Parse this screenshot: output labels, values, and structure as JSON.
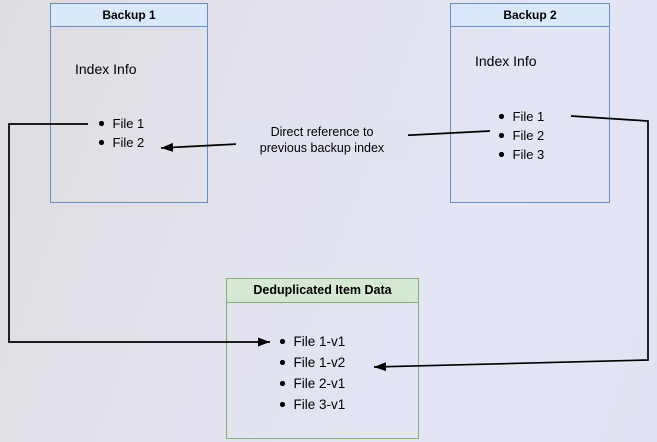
{
  "backup1": {
    "title": "Backup 1",
    "body_label": "Index Info",
    "items": [
      "File 1",
      "File 2"
    ]
  },
  "backup2": {
    "title": "Backup 2",
    "body_label": "Index Info",
    "items": [
      "File 1",
      "File 2",
      "File 3"
    ]
  },
  "dedup": {
    "title": "Deduplicated Item Data",
    "items": [
      "File 1-v1",
      "File 1-v2",
      "File 2-v1",
      "File 3-v1"
    ]
  },
  "annotation": {
    "line1": "Direct reference to",
    "line2": "previous backup index"
  },
  "colors": {
    "blue_fill": "#dae8fc",
    "blue_border": "#6c8ebf",
    "green_fill": "#d5e8d4",
    "green_border": "#82b366",
    "arrow": "#000000",
    "background_left": "#dfdde0",
    "background_right": "#e3e5f5"
  }
}
